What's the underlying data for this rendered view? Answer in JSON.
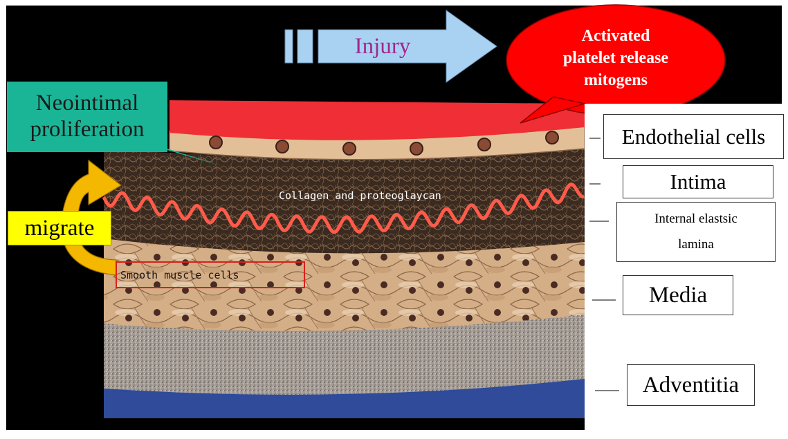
{
  "injury_label": "Injury",
  "callout_platelet": [
    "Activated",
    "platelet release",
    "mitogens"
  ],
  "callout_neointimal": [
    "Neointimal",
    "proliferation"
  ],
  "migrate_label": "migrate",
  "collagen_label": "Collagen and proteoglaycan",
  "smooth_muscle_label": "Smooth muscle cells",
  "layer_labels": {
    "endothelial": "Endothelial cells",
    "intima": "Intima",
    "internal_elastic_1": "Internal elastsic",
    "internal_elastic_2": "lamina",
    "media": "Media",
    "adventitia": "Adventitia"
  },
  "colors": {
    "background": "#000000",
    "blood_red": "#ef2f35",
    "arrow_blue": "#a9d2f2",
    "injury_text": "#a0288f",
    "callout_red": "#ff0000",
    "callout_teal": "#1ab597",
    "migrate_yellow": "#ffff00",
    "elastic_lamina": "#ff5a4a",
    "adventitia_blue": "#2f4b9a"
  }
}
